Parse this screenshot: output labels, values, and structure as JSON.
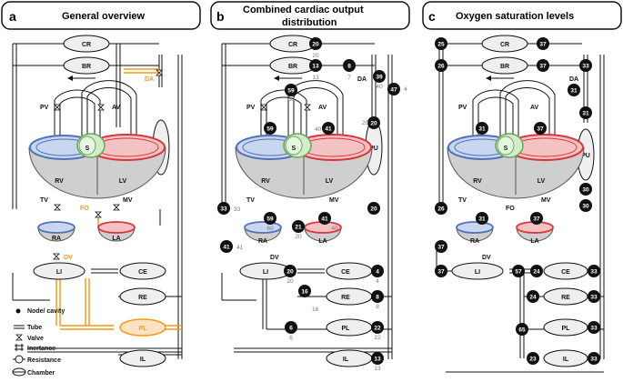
{
  "panels": [
    {
      "letter": "a",
      "title": "General overview"
    },
    {
      "letter": "b",
      "title_line1": "Combined cardiac output",
      "title_line2": "distribution"
    },
    {
      "letter": "c",
      "title": "Oxygen saturation levels"
    }
  ],
  "compartments": {
    "CR": "CR",
    "BR": "BR",
    "PU": "PU",
    "RV": "RV",
    "LV": "LV",
    "S": "S",
    "RA": "RA",
    "LA": "LA",
    "LI": "LI",
    "CE": "CE",
    "RE": "RE",
    "PL": "PL",
    "IL": "IL"
  },
  "valves": {
    "PV": "PV",
    "AV": "AV",
    "TV": "TV",
    "MV": "MV",
    "DA": "DA",
    "FO": "FO",
    "DV": "DV"
  },
  "legend": [
    {
      "key": "node",
      "label": "Node/ cavity"
    },
    {
      "key": "tube",
      "label": "Tube"
    },
    {
      "key": "valve",
      "label": "Valve"
    },
    {
      "key": "inertance",
      "label": "Inertance"
    },
    {
      "key": "resistance",
      "label": "Resistance"
    },
    {
      "key": "chamber",
      "label": "Chamber"
    }
  ],
  "colors": {
    "fetal_highlight": "#f29a1f",
    "right_heart_blue": "#4f72b8",
    "left_heart_red": "#d9353a",
    "septum_green": "#9bc98b",
    "chamber_gray": "#cfcfcf",
    "badge": "#111111"
  },
  "panel_b_values": {
    "CR": "20",
    "CR_small": "20",
    "BR": "13",
    "BR_small": "13",
    "DA_in": "8",
    "DA_in_small": "7",
    "DA_out": "39",
    "DA_small": "40",
    "desc_aorta": "47",
    "desc_aorta_small": "4",
    "AV_in": "59",
    "AV_in_small": "60",
    "PV": "59",
    "AV": "41",
    "AV_small": "40",
    "PU": "20",
    "PU_small": "20",
    "left": "33",
    "left_small": "33",
    "TV": "59",
    "TV_small": "60",
    "MV": "41",
    "MV_small": "40",
    "FO": "21",
    "FO_small": "20",
    "PU_out": "20",
    "IVC": "41",
    "IVC_small": "41",
    "LI": "20",
    "LI_small": "20",
    "CE": "4",
    "CE_small": "4",
    "RE_in": "16",
    "RE_small16": "16",
    "RE": "8",
    "RE_small": "8",
    "PL_in": "6",
    "PL_in_small": "6",
    "PL": "22",
    "PL_small": "22",
    "IL": "13",
    "IL_small": "13"
  },
  "panel_c_values": {
    "top_left_1": "25",
    "top_left_2": "26",
    "CR": "37",
    "BR": "37",
    "DA_right": "33",
    "DA_below": "31",
    "PV": "31",
    "AV": "37",
    "PU_top": "31",
    "PU_bottom": "30",
    "PU_bottom2": "30",
    "left": "26",
    "TV": "31",
    "MV": "37",
    "RA_left": "37",
    "LI_left": "37",
    "LI_right": "57",
    "CE": "24",
    "CE_right": "33",
    "RE_left": "24",
    "RE_right": "33",
    "PL_left": "65",
    "PL_right": "33",
    "IL_left": "23",
    "IL_right": "33"
  }
}
